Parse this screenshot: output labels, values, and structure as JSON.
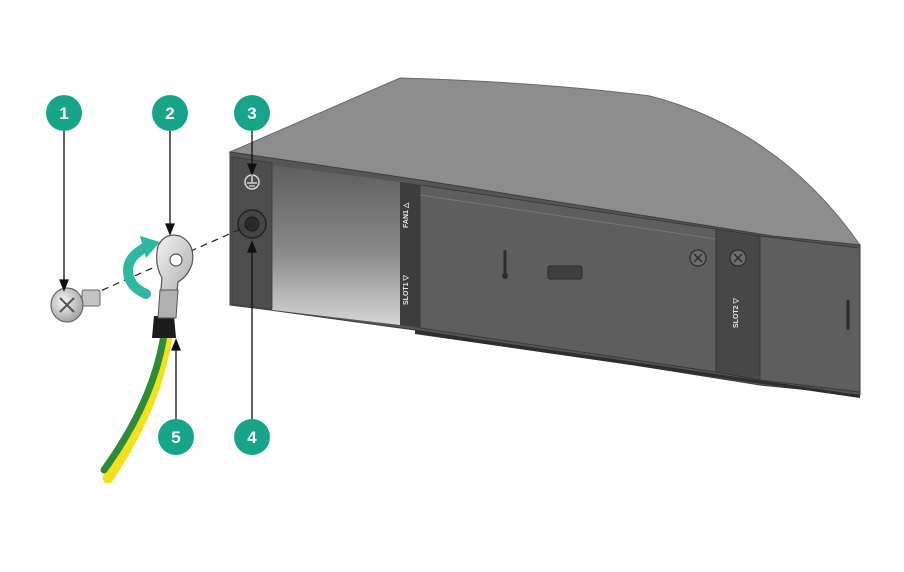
{
  "callouts": [
    {
      "number": "1",
      "target": "screw"
    },
    {
      "number": "2",
      "target": "ring-terminal"
    },
    {
      "number": "3",
      "target": "grounding-sign"
    },
    {
      "number": "4",
      "target": "grounding-hole"
    },
    {
      "number": "5",
      "target": "grounding-cable"
    }
  ],
  "panel_labels": {
    "fan": "FAN1 △",
    "slot1": "SLOT1 ▽",
    "slot2": "SLOT2 ▽"
  },
  "colors": {
    "callout": "#17a58a",
    "chassis_top": "#8d8d8d",
    "chassis_front": "#555555",
    "cable_green": "#2e8b3a",
    "cable_yellow": "#f2e21b",
    "arrow": "#2db8a0"
  }
}
